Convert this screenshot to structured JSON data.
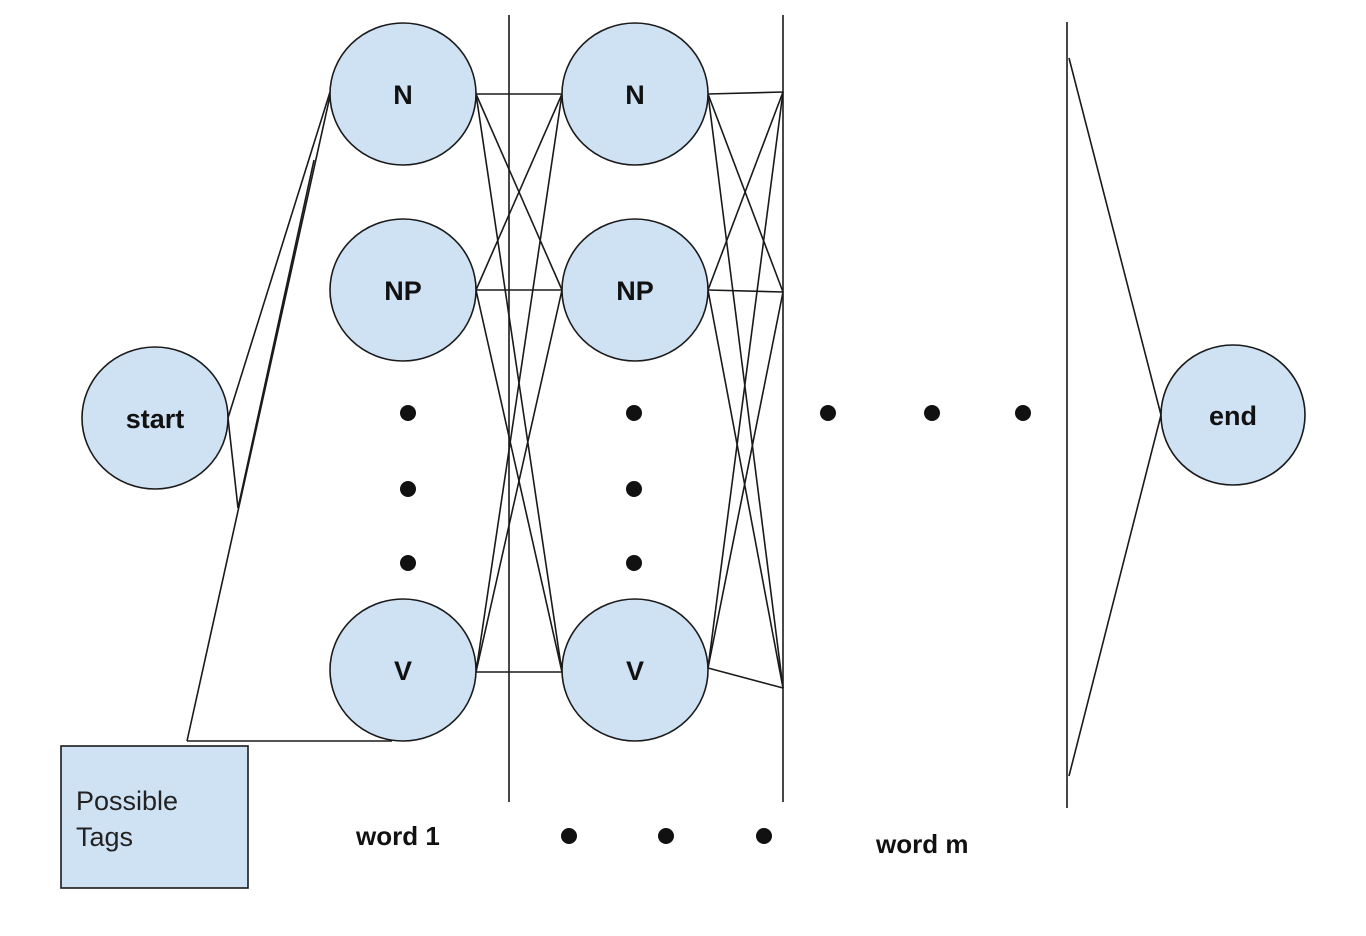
{
  "nodes": {
    "start": "start",
    "end": "end",
    "col1": {
      "n": "N",
      "np": "NP",
      "v": "V"
    },
    "col2": {
      "n": "N",
      "np": "NP",
      "v": "V"
    }
  },
  "legend": {
    "line1": "Possible",
    "line2": "Tags"
  },
  "words": {
    "first": "word 1",
    "last": "word m"
  },
  "colors": {
    "node_fill": "#cfe2f3",
    "stroke": "#1a1a1a",
    "legend_fill": "#cfe2f3"
  }
}
